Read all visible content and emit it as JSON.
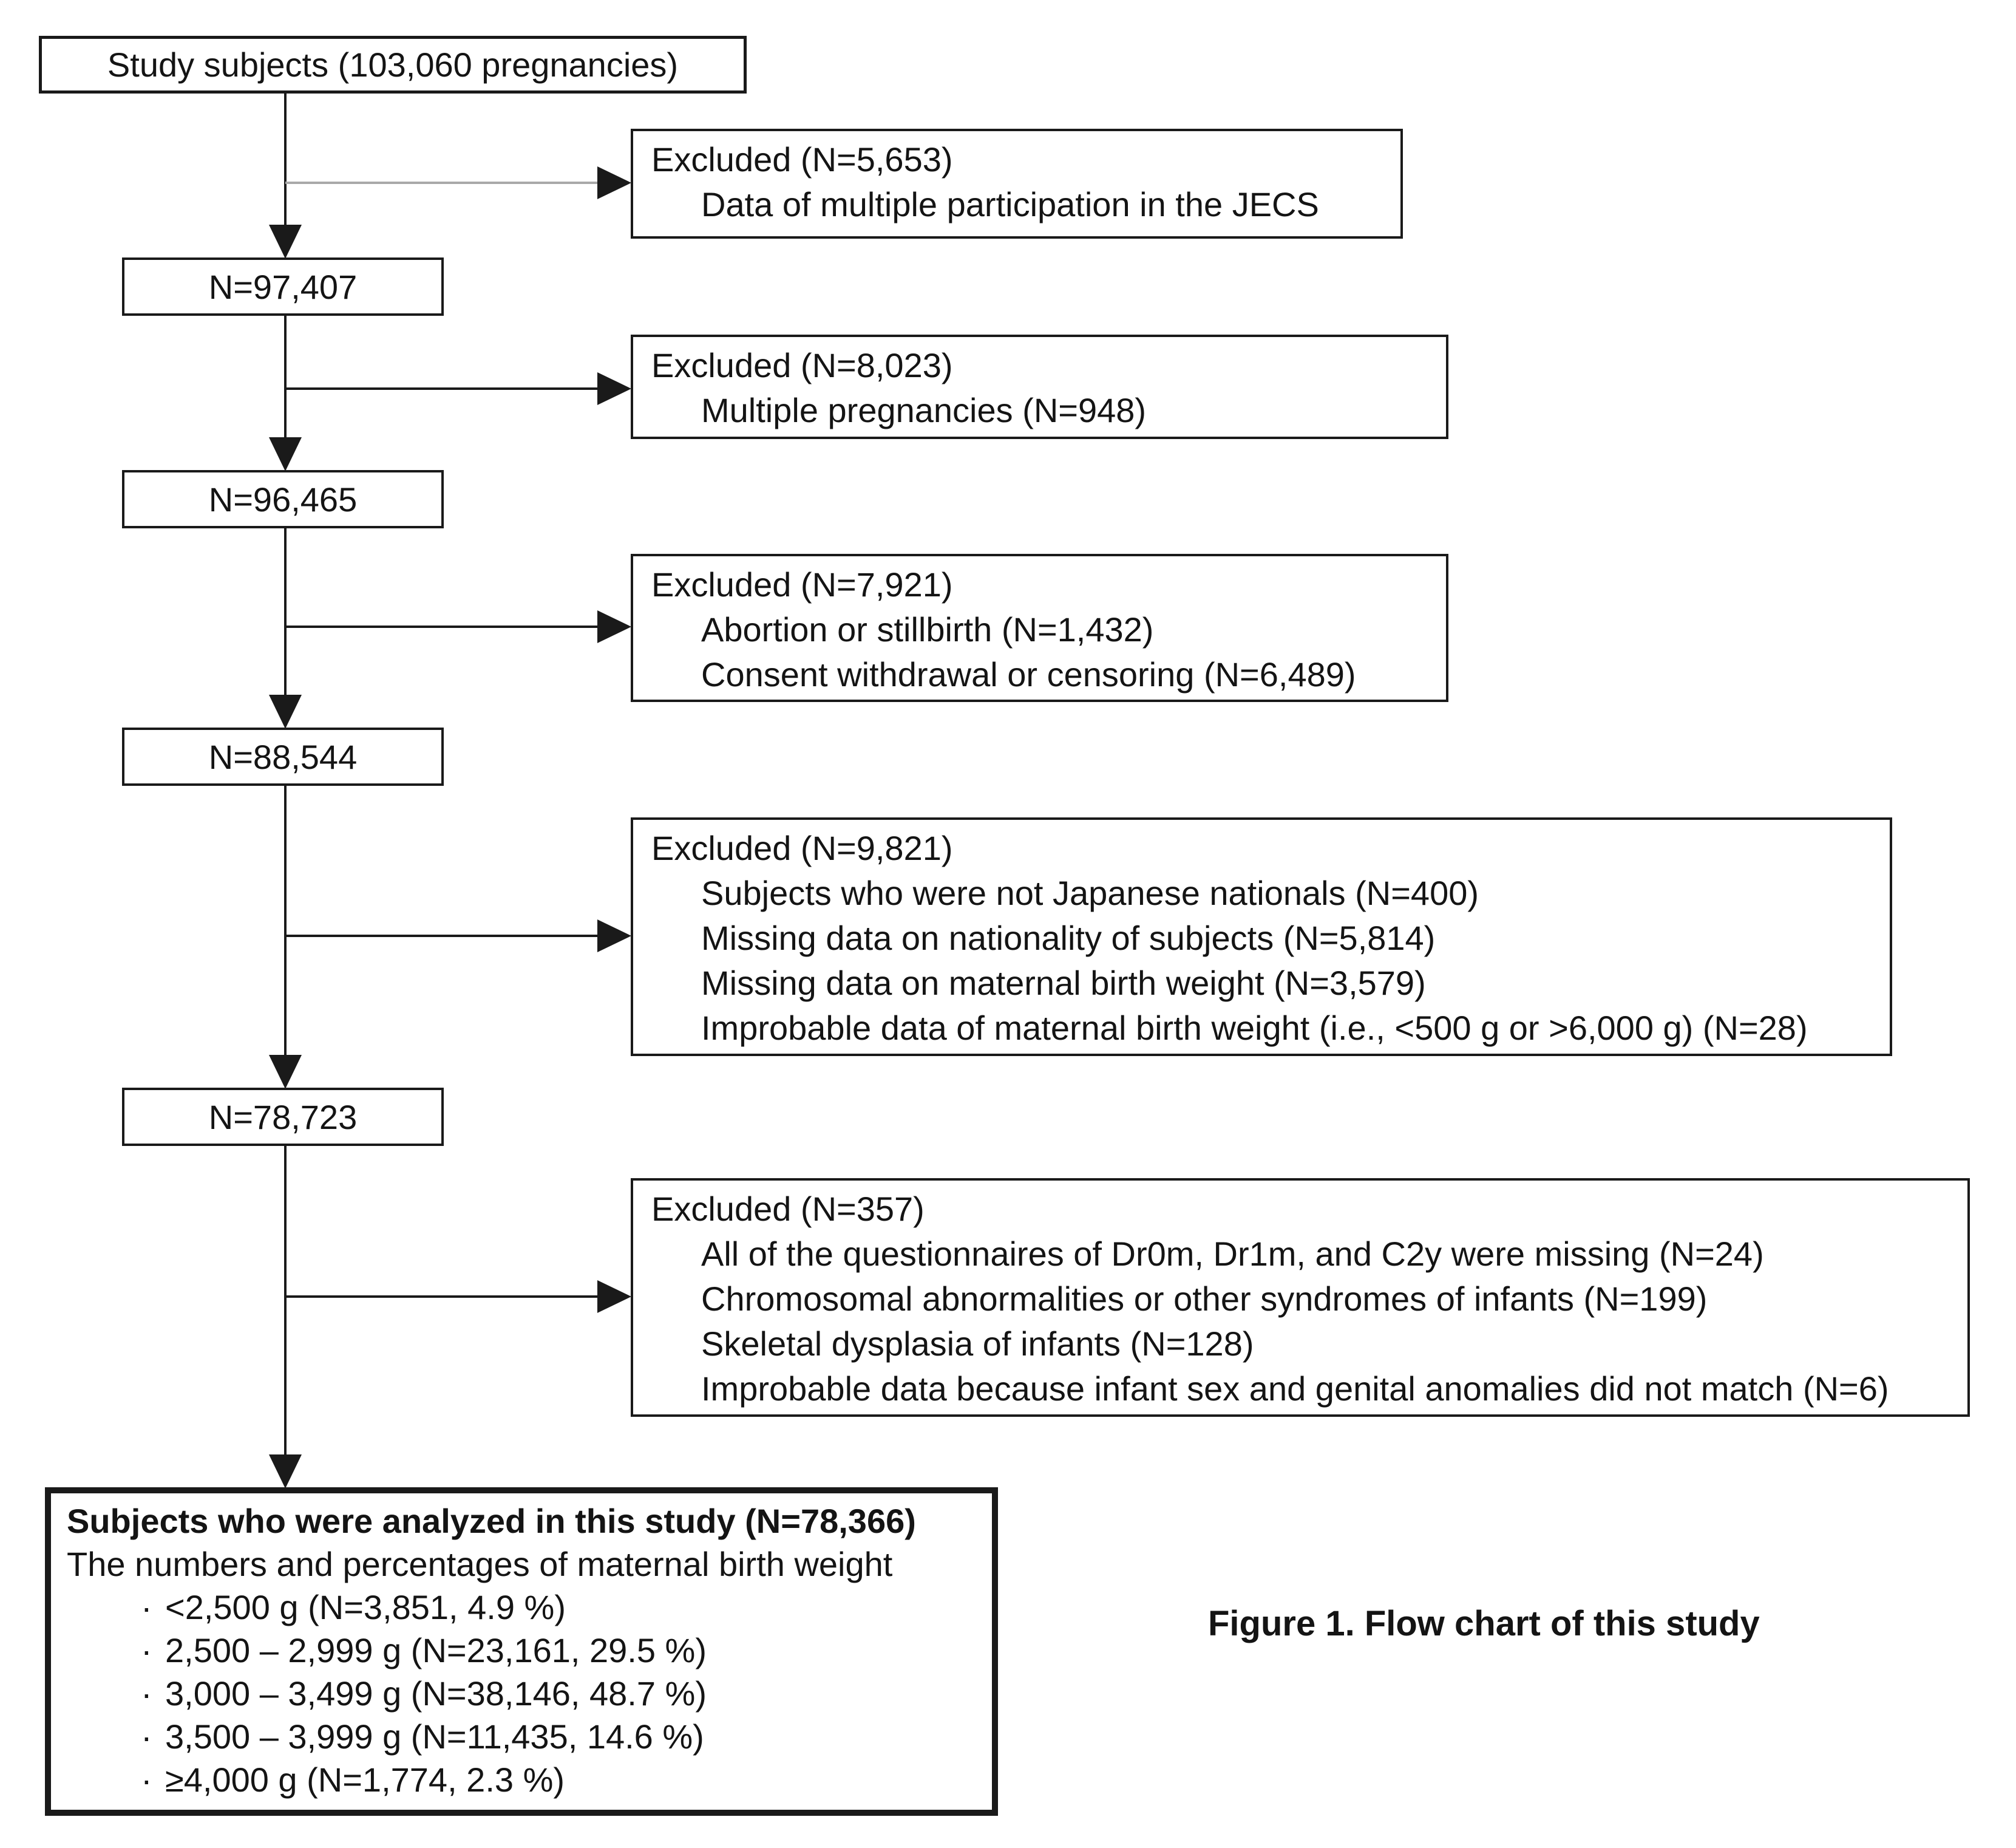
{
  "figure": {
    "caption": "Figure 1. Flow chart of this study"
  },
  "glyphs": {
    "bullet": "·"
  },
  "colors": {
    "line": "#1a1a1a",
    "muted_connector": "#a9a9a9",
    "background": "#ffffff",
    "text": "#141414"
  },
  "flow": {
    "start": {
      "label": "Study subjects (103,060 pregnancies)"
    },
    "cohorts": [
      {
        "label": "N=97,407"
      },
      {
        "label": "N=96,465"
      },
      {
        "label": "N=88,544"
      },
      {
        "label": "N=78,723"
      }
    ],
    "exclusions": [
      {
        "title": "Excluded (N=5,653)",
        "items": [
          "Data of multiple participation in the JECS"
        ]
      },
      {
        "title": "Excluded (N=8,023)",
        "items": [
          "Multiple pregnancies (N=948)"
        ]
      },
      {
        "title": "Excluded (N=7,921)",
        "items": [
          "Abortion or stillbirth (N=1,432)",
          "Consent withdrawal or censoring (N=6,489)"
        ]
      },
      {
        "title": "Excluded (N=9,821)",
        "items": [
          "Subjects who were not Japanese nationals (N=400)",
          "Missing data on nationality of subjects (N=5,814)",
          "Missing data on maternal birth weight (N=3,579)",
          "Improbable data of maternal birth weight (i.e., <500 g or >6,000 g) (N=28)"
        ]
      },
      {
        "title": "Excluded (N=357)",
        "items": [
          "All of the questionnaires of Dr0m, Dr1m, and C2y were missing (N=24)",
          "Chromosomal abnormalities or other syndromes of infants (N=199)",
          "Skeletal dysplasia of infants (N=128)",
          "Improbable data because infant sex and genital anomalies did not match (N=6)"
        ]
      }
    ],
    "final_box": {
      "title": "Subjects who were analyzed in this study (N=78,366)",
      "subtitle": "The numbers and percentages of maternal birth weight",
      "items": [
        "<2,500 g (N=3,851, 4.9 %)",
        "2,500 – 2,999 g (N=23,161, 29.5 %)",
        "3,000 – 3,499 g (N=38,146, 48.7 %)",
        "3,500 – 3,999 g (N=11,435, 14.6 %)",
        "≥4,000 g (N=1,774, 2.3 %)"
      ]
    }
  }
}
